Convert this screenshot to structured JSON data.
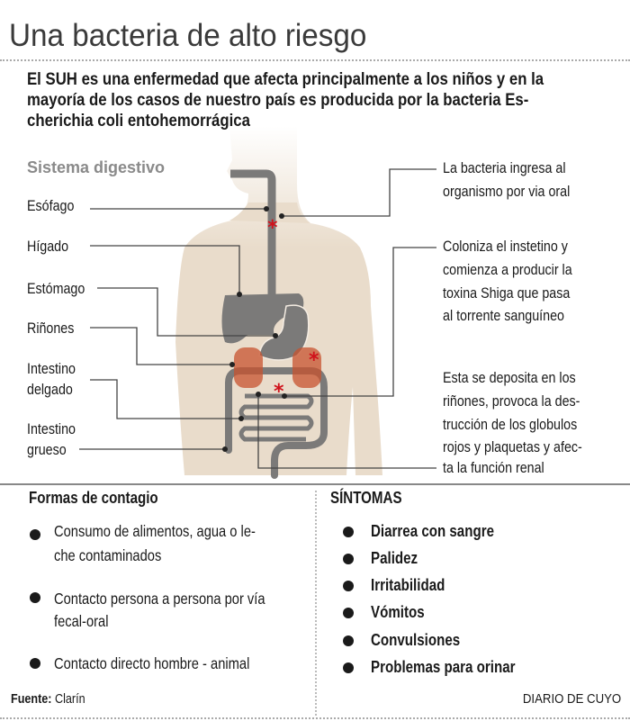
{
  "title": "Una bacteria de alto riesgo",
  "intro_lines": [
    "El SUH es una enfermedad que afecta principalmente a los niños y en la",
    "mayoría de los casos de nuestro país es producida por la bacteria Es-",
    "cherichia coli entohemorrágica"
  ],
  "diagram": {
    "heading": "Sistema digestivo",
    "organs": {
      "esofago": "Esófago",
      "higado": "Hígado",
      "estomago": "Estómago",
      "rinones": "Riñones",
      "delgado_1": "Intestino",
      "delgado_2": "delgado",
      "grueso_1": "Intestino",
      "grueso_2": "grueso"
    },
    "steps": [
      [
        "La bacteria ingresa al",
        "organismo por via oral"
      ],
      [
        "Coloniza el instetino y",
        "comienza a producir la",
        "toxina Shiga que pasa",
        "al torrente sanguíneo"
      ],
      [
        "Esta se deposita en los",
        "riñones, provoca la des-",
        "trucción de los globulos",
        "rojos y plaquetas y afec-",
        "ta la función renal"
      ]
    ],
    "colors": {
      "body": "#e9dccb",
      "organ": "#7b7a79",
      "kidney": "#c8532f",
      "star": "#d0121b"
    }
  },
  "contagio": {
    "heading": "Formas de contagio",
    "items": [
      [
        "Consumo de alimentos, agua o le-",
        "che contaminados"
      ],
      [
        "Contacto persona a persona por vía",
        "fecal-oral"
      ],
      [
        "Contacto directo hombre - animal"
      ]
    ]
  },
  "sintomas": {
    "heading": "SÍNTOMAS",
    "items": [
      "Diarrea con sangre",
      "Palidez",
      "Irritabilidad",
      "Vómitos",
      "Convulsiones",
      "Problemas para orinar"
    ]
  },
  "footer": {
    "source_label": "Fuente:",
    "source": "Clarín",
    "brand": "DIARIO DE CUYO"
  }
}
